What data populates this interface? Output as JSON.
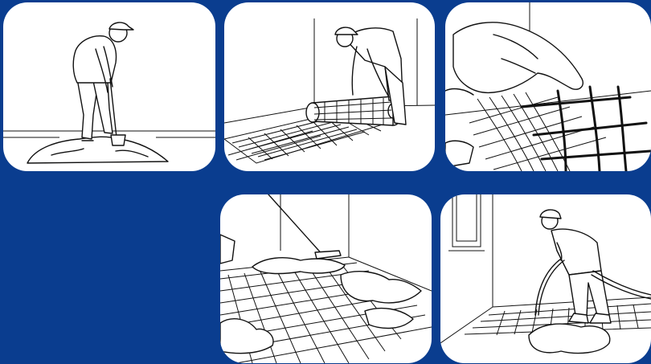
{
  "panels": [
    {
      "id": "step-1",
      "depicts": "shovel-screed-pile"
    },
    {
      "id": "step-2",
      "depicts": "unroll-mesh"
    },
    {
      "id": "step-3",
      "depicts": "hand-lifting-mesh"
    },
    {
      "id": "step-4",
      "depicts": "spread-screed-over-mesh"
    },
    {
      "id": "step-5",
      "depicts": "hose-pour-screed"
    }
  ],
  "colors": {
    "background": "#0a3d8f",
    "panel": "#ffffff",
    "line": "#111111"
  },
  "icons": [
    "worker-with-shovel-illustration",
    "worker-unrolling-mesh-illustration",
    "hand-holding-mesh-illustration",
    "screed-spreading-illustration",
    "worker-with-hose-illustration"
  ]
}
